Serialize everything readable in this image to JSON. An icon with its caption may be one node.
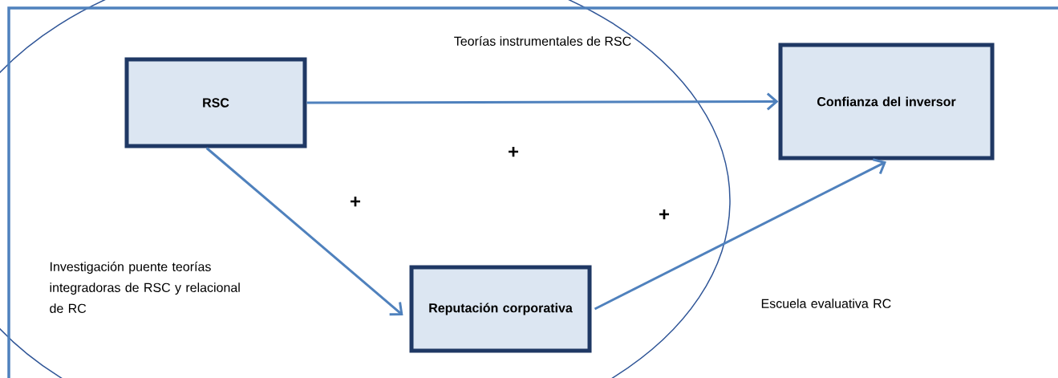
{
  "diagram": {
    "nodes": [
      {
        "text": [
          "RSC"
        ]
      },
      {
        "text": [
          "Confianza del inversor"
        ]
      },
      {
        "text": [
          "Reputación corporativa"
        ]
      }
    ],
    "edges": [
      {
        "from": 0,
        "to": 1,
        "arrow": "to",
        "label": "Teorías instrumentales de RSC"
      },
      {
        "from": 0,
        "to": 2,
        "arrow": "to"
      },
      {
        "from": 2,
        "to": 1,
        "arrow": "to"
      }
    ],
    "labels": [
      "+",
      "+",
      "+",
      "Investigación puente teorías integradoras de RSC y relacional de RC",
      "Escuela evaluativa RC"
    ]
  }
}
